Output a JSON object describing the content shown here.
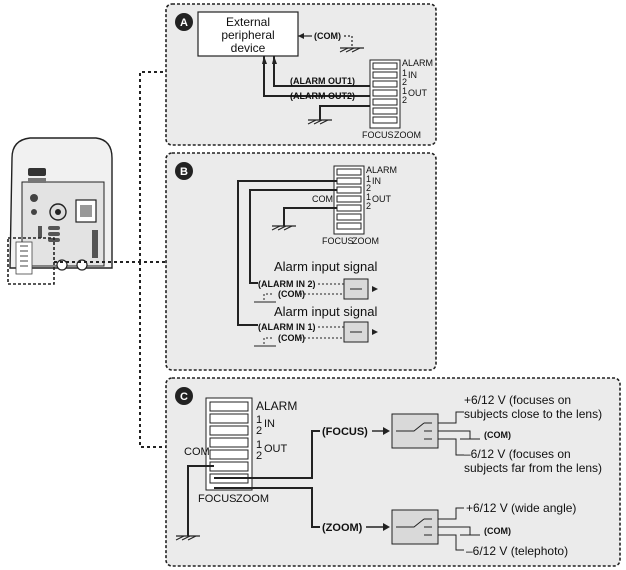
{
  "panels": {
    "a": {
      "letter": "A",
      "device_line1": "External",
      "device_line2": "peripheral",
      "device_line3": "device",
      "com": "(COM)",
      "alarm_out1": "(ALARM OUT1)",
      "alarm_out2": "(ALARM OUT2)"
    },
    "b": {
      "letter": "B",
      "com": "COM",
      "alarm_input_signal_top": "Alarm input signal",
      "alarm_in2": "(ALARM IN 2)",
      "com_top": "(COM)",
      "alarm_input_signal_bottom": "Alarm input signal",
      "alarm_in1": "(ALARM IN 1)",
      "com_bottom": "(COM)"
    },
    "c": {
      "letter": "C",
      "com": "COM",
      "focus": "(FOCUS)",
      "zoom": "(ZOOM)",
      "focus_plus_line1": "+6/12 V (focuses on",
      "focus_plus_line2": "subjects close to the lens)",
      "focus_com": "(COM)",
      "focus_minus_line1": "–6/12 V (focuses on",
      "focus_minus_line2": "subjects far from the lens)",
      "zoom_plus": "+6/12 V (wide angle)",
      "zoom_com": "(COM)",
      "zoom_minus": "–6/12 V (telephoto)"
    }
  },
  "terminal": {
    "alarm": "ALARM",
    "in_1": "1",
    "in_label": "IN",
    "in_2": "2",
    "out_1": "1",
    "out_label": "OUT",
    "out_2": "2",
    "focus": "FOCUS",
    "zoom": "ZOOM"
  }
}
